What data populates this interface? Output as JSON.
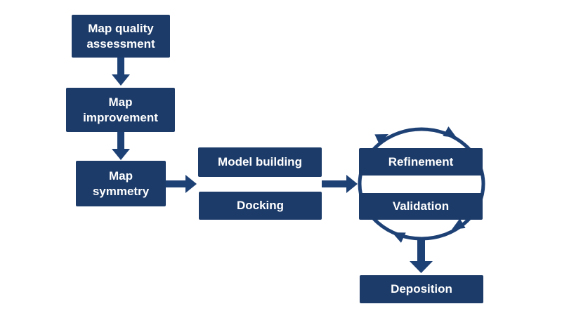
{
  "diagram": {
    "background": "#ffffff",
    "colors": {
      "box_fill": "#1c3b69",
      "box_text": "#ffffff",
      "arrow": "#1e4175"
    },
    "nodes": {
      "map_quality": {
        "label": "Map quality assessment"
      },
      "map_improvement": {
        "label": "Map improvement"
      },
      "map_symmetry": {
        "label": "Map symmetry"
      },
      "model_building": {
        "label": "Model building"
      },
      "docking": {
        "label": "Docking"
      },
      "refinement": {
        "label": "Refinement"
      },
      "validation": {
        "label": "Validation"
      },
      "deposition": {
        "label": "Deposition"
      }
    },
    "edges": [
      {
        "from": "map_quality",
        "to": "map_improvement",
        "type": "arrow"
      },
      {
        "from": "map_improvement",
        "to": "map_symmetry",
        "type": "arrow"
      },
      {
        "from": "map_symmetry",
        "to": "model_building / docking",
        "type": "arrow"
      },
      {
        "from": "model_building / docking",
        "to": "refinement / validation",
        "type": "arrow"
      },
      {
        "from": "refinement",
        "to": "validation",
        "type": "cycle-clockwise"
      },
      {
        "from": "refinement / validation",
        "to": "deposition",
        "type": "arrow"
      }
    ]
  }
}
